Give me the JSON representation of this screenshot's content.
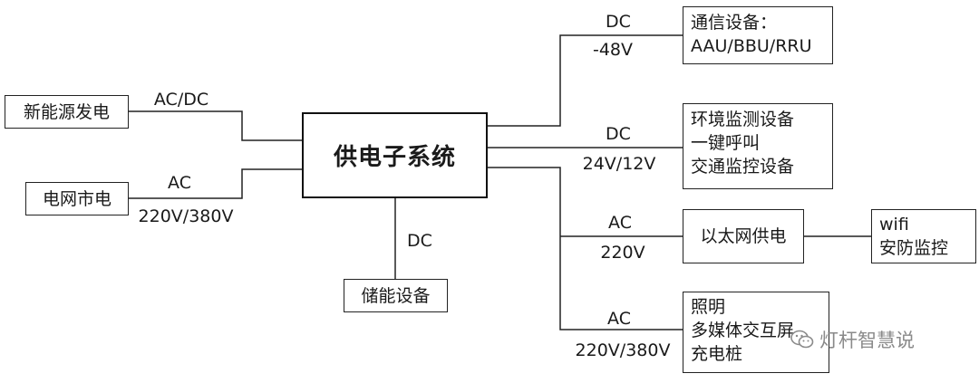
{
  "hub": {
    "label": "供电子系统"
  },
  "sources": {
    "new_energy": {
      "label": "新能源发电",
      "link_top": "AC/DC"
    },
    "grid": {
      "label": "电网市电",
      "link_top": "AC",
      "link_bottom": "220V/380V"
    }
  },
  "storage": {
    "label": "储能设备",
    "link_label": "DC"
  },
  "loads": {
    "telecom": {
      "lines": [
        "通信设备：",
        "AAU/BBU/RRU"
      ],
      "link_top": "DC",
      "link_bottom": "-48V"
    },
    "monitoring": {
      "lines": [
        "环境监测设备",
        "一键呼叫",
        "交通监控设备"
      ],
      "link_top": "DC",
      "link_bottom": "24V/12V"
    },
    "poe": {
      "label": "以太网供电",
      "link_top": "AC",
      "link_bottom": "220V"
    },
    "poe_devices": {
      "lines": [
        "wifi",
        "安防监控"
      ]
    },
    "lighting": {
      "lines": [
        "照明",
        "多媒体交互屏",
        "充电桩"
      ],
      "link_top": "AC",
      "link_bottom": "220V/380V"
    }
  },
  "watermark": {
    "text": "灯杆智慧说",
    "icon": "wechat-icon"
  },
  "colors": {
    "line": "#222222",
    "watermark": "#8a8a8a"
  }
}
